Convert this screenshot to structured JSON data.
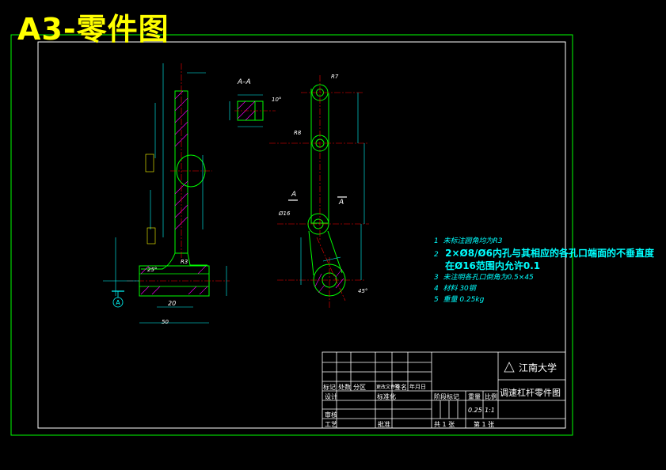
{
  "sheet_title": "A3-零件图",
  "section": {
    "label_main": "A–A",
    "label_left": "A",
    "label_right": "A",
    "datum": "A"
  },
  "dimensions": {
    "radius_r7": "R7",
    "radius_r8": "R8",
    "radius_r3": "R3",
    "dia_phi16": "Ø16",
    "len_20": "20",
    "len_50": "50",
    "angle_45": "45°",
    "angle_25": "25°",
    "angle_10": "10°"
  },
  "technical_notes": [
    {
      "num": "1",
      "text": "未标注圆角均为R3"
    },
    {
      "num": "2",
      "text": "2×Ø8/Ø6内孔与其相应的各孔口端面的不垂直度"
    },
    {
      "num": "",
      "text": "在Ø16范围内允许0.1"
    },
    {
      "num": "3",
      "text": "未注明各孔口倒角为0.5×45"
    },
    {
      "num": "4",
      "text": "材料 30钢"
    },
    {
      "num": "5",
      "text": "重量 0.25kg"
    }
  ],
  "title_block": {
    "university": "江南大学",
    "drawing_name": "调速杠杆零件图",
    "headers": [
      "标记",
      "处数",
      "分区",
      "更改文件号",
      "签名",
      "年月日"
    ],
    "row_design": [
      "设计",
      "标准化"
    ],
    "row_review": "审核",
    "row_process": "工艺",
    "row_approve": "批准",
    "stage_mark": "阶段标记",
    "weight_label": "重量",
    "scale_label": "比例",
    "weight_value": "0.25",
    "scale_value": "1:1",
    "sheets_total": "共 1 张",
    "sheet_no": "第 1 张"
  },
  "colors": {
    "outer_frame": "#00ff00",
    "inner_frame": "#ffffff",
    "part_outline": "#00ff00",
    "dimension": "#00ffff",
    "center_line": "#ff0000",
    "hatch": "#ff00ff",
    "heading": "#ffff00"
  }
}
